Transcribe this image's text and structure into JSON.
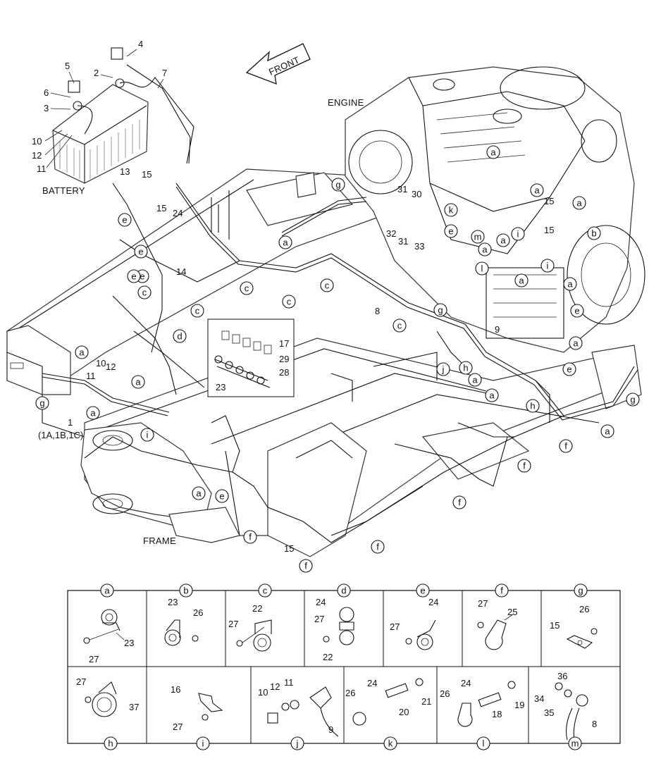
{
  "labels": {
    "front": "FRONT",
    "engine": "ENGINE",
    "battery": "BATTERY",
    "frame": "FRAME"
  },
  "part_numbers": {
    "p1": "1",
    "p1_variants": "(1A,1B,1C)",
    "p2": "2",
    "p3": "3",
    "p4": "4",
    "p5": "5",
    "p6": "6",
    "p7": "7",
    "p8": "8",
    "p9": "9",
    "p10": "10",
    "p11": "11",
    "p12": "12",
    "p13": "13",
    "p14": "14",
    "p15": "15",
    "p17": "17",
    "p23": "23",
    "p24": "24",
    "p28": "28",
    "p29": "29",
    "p30": "30",
    "p31": "31",
    "p32": "32",
    "p33": "33"
  },
  "callouts": [
    "a",
    "b",
    "c",
    "d",
    "e",
    "f",
    "g",
    "h",
    "i",
    "j",
    "k",
    "l",
    "m"
  ],
  "detail_table": {
    "top_row": [
      {
        "key": "a",
        "parts": [
          "23",
          "27"
        ]
      },
      {
        "key": "b",
        "parts": [
          "23",
          "26"
        ]
      },
      {
        "key": "c",
        "parts": [
          "22",
          "27"
        ]
      },
      {
        "key": "d",
        "parts": [
          "24",
          "27",
          "22"
        ]
      },
      {
        "key": "e",
        "parts": [
          "24",
          "27"
        ]
      },
      {
        "key": "f",
        "parts": [
          "27",
          "25"
        ]
      },
      {
        "key": "g",
        "parts": [
          "26",
          "15"
        ]
      }
    ],
    "bottom_row": [
      {
        "key": "h",
        "parts": [
          "27",
          "37"
        ]
      },
      {
        "key": "i",
        "parts": [
          "16",
          "27"
        ]
      },
      {
        "key": "j",
        "parts": [
          "10",
          "12",
          "11",
          "9"
        ]
      },
      {
        "key": "k",
        "parts": [
          "26",
          "24",
          "20",
          "21"
        ]
      },
      {
        "key": "l",
        "parts": [
          "26",
          "24",
          "18",
          "19"
        ]
      },
      {
        "key": "m",
        "parts": [
          "34",
          "36",
          "35",
          "8"
        ]
      }
    ]
  }
}
